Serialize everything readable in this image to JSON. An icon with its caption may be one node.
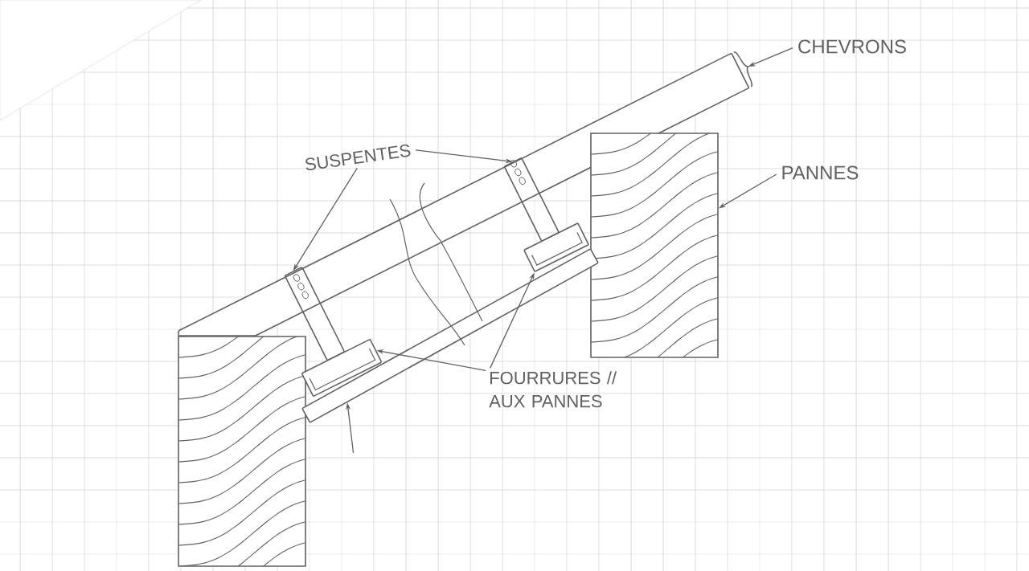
{
  "diagram": {
    "nodes": [
      {
        "text": [
          "CHEVRONS"
        ]
      },
      {
        "text": [
          "SUSPENTES"
        ]
      },
      {
        "text": [
          "PANNES"
        ]
      },
      {
        "text": [
          "FOURRURES // AUX PANNES"
        ]
      },
      {
        "text": [],
        "shape": "bar"
      },
      {
        "text": [],
        "shape": "bar"
      },
      {
        "text": [],
        "shape": "bar"
      },
      {
        "text": [],
        "shape": "box"
      },
      {
        "text": [],
        "shape": "box"
      },
      {
        "text": [],
        "shape": "bar"
      },
      {
        "text": [],
        "shape": "bar"
      },
      {
        "text": [],
        "shape": "bar"
      }
    ],
    "edges": [
      {
        "from": 0,
        "to": 4,
        "arrow": "to"
      },
      {
        "from": 1,
        "to": 5,
        "arrow": "to"
      },
      {
        "from": 1,
        "to": 6,
        "arrow": "to"
      },
      {
        "from": 2,
        "to": 8,
        "arrow": "to"
      },
      {
        "from": 3,
        "to": 9,
        "arrow": "to"
      },
      {
        "from": 3,
        "to": 10,
        "arrow": "to"
      },
      {
        "from": null,
        "to": 11,
        "arrow": "to"
      }
    ]
  }
}
